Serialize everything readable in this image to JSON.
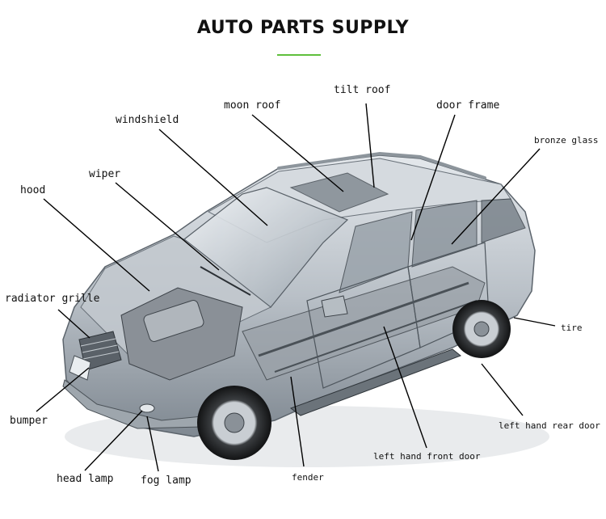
{
  "title": "AUTO PARTS SUPPLY",
  "colors": {
    "accent": "#5fbf3c",
    "text": "#111111",
    "leader": "#000000"
  },
  "image": {
    "subject": "car-cutaway-illustration"
  },
  "labels": {
    "tilt_roof": "tilt roof",
    "moon_roof": "moon roof",
    "door_frame": "door frame",
    "windshield": "windshield",
    "bronze_glass": "bronze glass",
    "wiper": "wiper",
    "hood": "hood",
    "radiator_grille": "radiator grille",
    "tire": "tire",
    "left_hand_rear_door": "left hand rear door",
    "bumper": "bumper",
    "left_hand_front_door": "left hand front door",
    "fender": "fender",
    "head_lamp": "head lamp",
    "fog_lamp": "fog lamp"
  }
}
